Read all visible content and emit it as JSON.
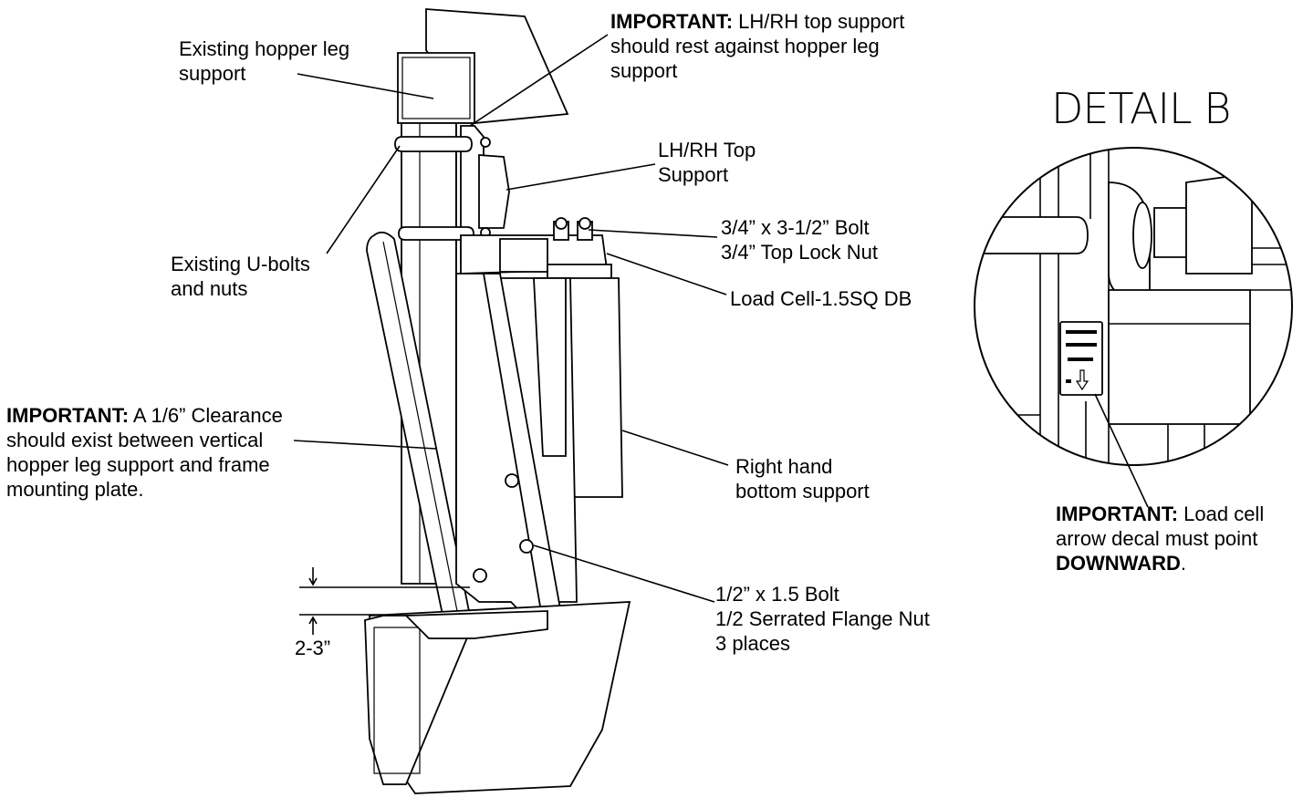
{
  "detail_title": "DETAIL B",
  "labels": {
    "hopper_leg_support": {
      "l1": "Existing hopper leg",
      "l2": "support"
    },
    "top_support_important": {
      "bold": "IMPORTANT:",
      "l1": " LH/RH top support",
      "l2": "should rest against hopper leg",
      "l3": "support"
    },
    "lh_rh_top_support": {
      "l1": "LH/RH Top",
      "l2": "Support"
    },
    "bolt_top": {
      "l1": "3/4” x 3-1/2” Bolt",
      "l2": "3/4” Top Lock Nut"
    },
    "u_bolts": {
      "l1": "Existing U-bolts",
      "l2": "and nuts"
    },
    "load_cell": {
      "l1": "Load Cell-1.5SQ DB"
    },
    "clearance_important": {
      "bold": "IMPORTANT:",
      "l1": " A 1/6” Clearance",
      "l2": "should exist between vertical",
      "l3": "hopper leg support and frame",
      "l4": "mounting plate."
    },
    "right_bottom_support": {
      "l1": "Right hand",
      "l2": "bottom support"
    },
    "bolt_bottom": {
      "l1": "1/2” x 1.5 Bolt",
      "l2": "1/2 Serrated Flange Nut",
      "l3": "3 places"
    },
    "dimension": {
      "l1": "2-3”"
    },
    "decal_important": {
      "bold": "IMPORTANT:",
      "l1": " Load cell",
      "l2": "arrow decal must point",
      "bold2": "DOWNWARD",
      "l3": "."
    }
  }
}
